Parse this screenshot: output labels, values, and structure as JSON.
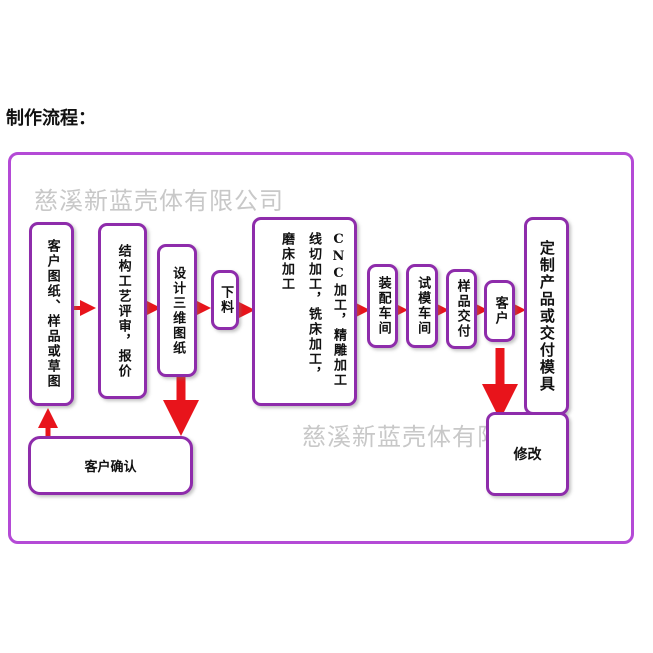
{
  "heading": "制作流程：",
  "watermark": "慈溪新蓝壳体有限公司",
  "nodes": {
    "customer_drawing": "客户图纸、样品或草图",
    "structure_review": "结构工艺评审，报价",
    "design_3d": "设计三维图纸",
    "cutting": "下料",
    "grinding": "磨床加工",
    "cnc_column_1": "CNC加工，精雕加工",
    "cnc_column_2": "线切加工，铣床加工，",
    "assembly": "装配车间",
    "trial_mold": "试模车间",
    "sample_delivery": "样品交付",
    "customer_right": "客户",
    "final_delivery": "定制产品或交付模具",
    "customer_confirm": "客户确认",
    "modify": "修改"
  },
  "colors": {
    "frame": "#b44ad6",
    "box_border": "#8e2cab",
    "arrow": "#e8141b"
  }
}
